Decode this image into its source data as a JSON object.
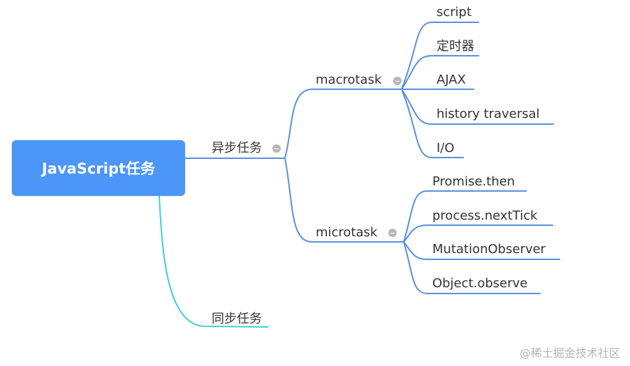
{
  "root": {
    "label": "JavaScript任务"
  },
  "branches": {
    "async": {
      "label": "异步任务"
    },
    "sync": {
      "label": "同步任务"
    }
  },
  "macrotask": {
    "label": "macrotask",
    "items": [
      "script",
      "定时器",
      "AJAX",
      "history traversal",
      "I/O"
    ]
  },
  "microtask": {
    "label": "microtask",
    "items": [
      "Promise.then",
      "process.nextTick",
      "MutationObserver",
      "Object.observe"
    ]
  },
  "watermark": "@稀土掘金技术社区",
  "colors": {
    "root_fill": "#4b96f8",
    "branch_line": "#5a8fe0",
    "sync_line": "#3fd0d2",
    "collapse_dot": "#b8b8b8"
  },
  "icons": [
    "collapse-icon"
  ]
}
